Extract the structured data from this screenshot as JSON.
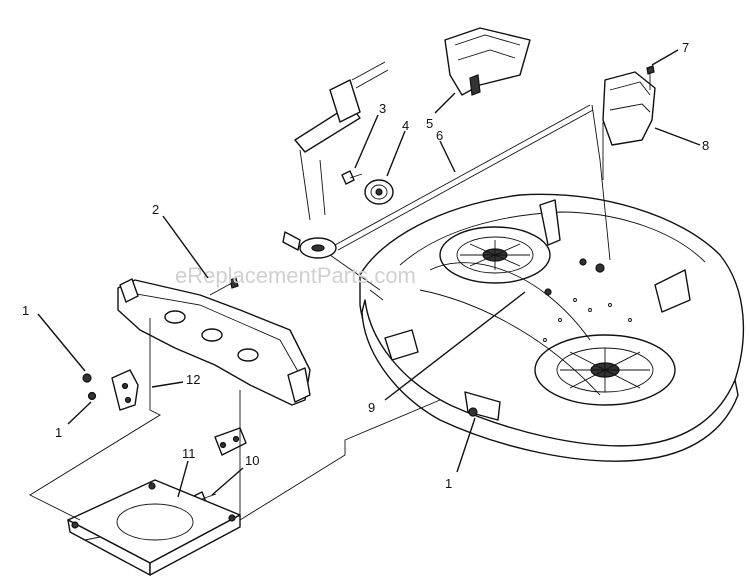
{
  "watermark": "eReplacementParts.com",
  "callouts": [
    {
      "id": "c1a",
      "label": "1"
    },
    {
      "id": "c1b",
      "label": "1"
    },
    {
      "id": "c1c",
      "label": "1"
    },
    {
      "id": "c2",
      "label": "2"
    },
    {
      "id": "c3",
      "label": "3"
    },
    {
      "id": "c4",
      "label": "4"
    },
    {
      "id": "c5",
      "label": "5"
    },
    {
      "id": "c6",
      "label": "6"
    },
    {
      "id": "c7",
      "label": "7"
    },
    {
      "id": "c8",
      "label": "8"
    },
    {
      "id": "c9",
      "label": "9"
    },
    {
      "id": "c10",
      "label": "10"
    },
    {
      "id": "c11",
      "label": "11"
    },
    {
      "id": "c12",
      "label": "12"
    }
  ]
}
